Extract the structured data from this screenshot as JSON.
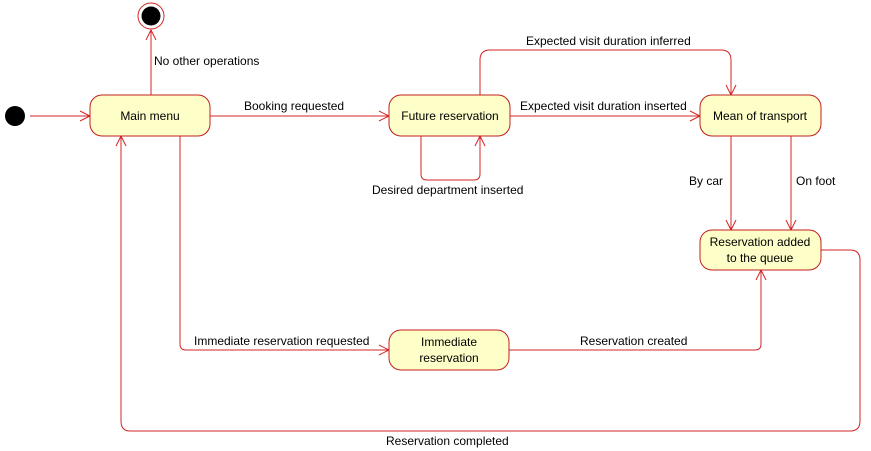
{
  "states": {
    "main_menu": "Main menu",
    "future_reservation": "Future reservation",
    "mean_of_transport": "Mean of transport",
    "reservation_added_line1": "Reservation added",
    "reservation_added_line2": "to the queue",
    "immediate_line1": "Immediate",
    "immediate_line2": "reservation"
  },
  "transitions": {
    "no_other_operations": "No other operations",
    "booking_requested": "Booking requested",
    "expected_inferred": "Expected visit duration inferred",
    "expected_inserted": "Expected visit duration inserted",
    "desired_department": "Desired department inserted",
    "by_car": "By car",
    "on_foot": "On foot",
    "immediate_requested": "Immediate reservation requested",
    "reservation_created": "Reservation created",
    "reservation_completed": "Reservation completed"
  },
  "colors": {
    "state_fill": "#fefec8",
    "line": "#d32424",
    "pseudo_state": "#000000"
  }
}
